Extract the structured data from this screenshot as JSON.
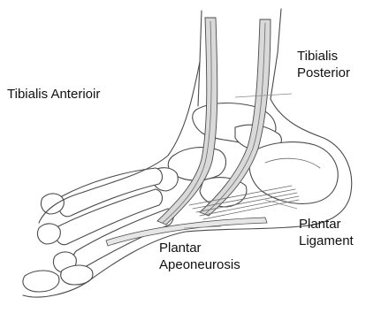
{
  "figure": {
    "labels": {
      "tibialis_anterior": "Tibialis Anterioir",
      "tibialis_posterior_line1": "Tibialis",
      "tibialis_posterior_line2": "Posterior",
      "plantar_ligament_line1": "Plantar",
      "plantar_ligament_line2": "Ligament",
      "plantar_apeoneurosis_line1": "Plantar",
      "plantar_apeoneurosis_line2": "Apeoneurosis"
    },
    "colors": {
      "line": "#4a4a4a",
      "tendon_fill": "#d9d9d9",
      "text": "#111111",
      "background": "#ffffff"
    }
  }
}
